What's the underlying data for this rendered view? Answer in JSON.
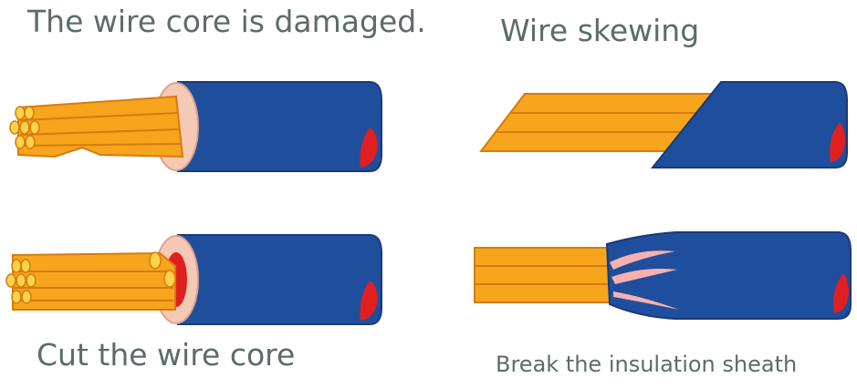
{
  "panels": [
    {
      "id": "damaged",
      "caption": "The wire core is damaged."
    },
    {
      "id": "skew",
      "caption": "Wire skewing"
    },
    {
      "id": "cut",
      "caption": "Cut the wire core"
    },
    {
      "id": "break",
      "caption": "Break the insulation sheath"
    }
  ],
  "colors": {
    "sheath": "#1f4f9c",
    "sheath_edge": "#173a78",
    "insulation": "#f6c9b5",
    "core": "#f7a51c",
    "core_edge": "#d77a10",
    "cut_end": "#e02020",
    "caption_text": "#5d6b6b"
  }
}
